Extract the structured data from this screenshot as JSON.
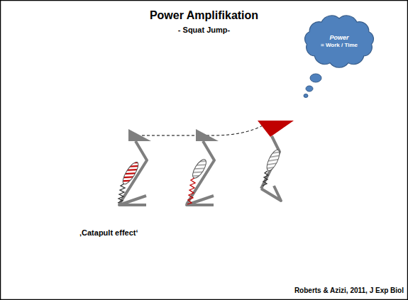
{
  "diagram": {
    "title": "Power Amplifikation",
    "nodes": [
      {
        "text": [
          "Power",
          "= Work / Time"
        ]
      }
    ],
    "labels": [
      "- Squat Jump-",
      "‚Catapult effect‘",
      "Roberts & Azizi, 2011, J Exp Biol"
    ]
  }
}
